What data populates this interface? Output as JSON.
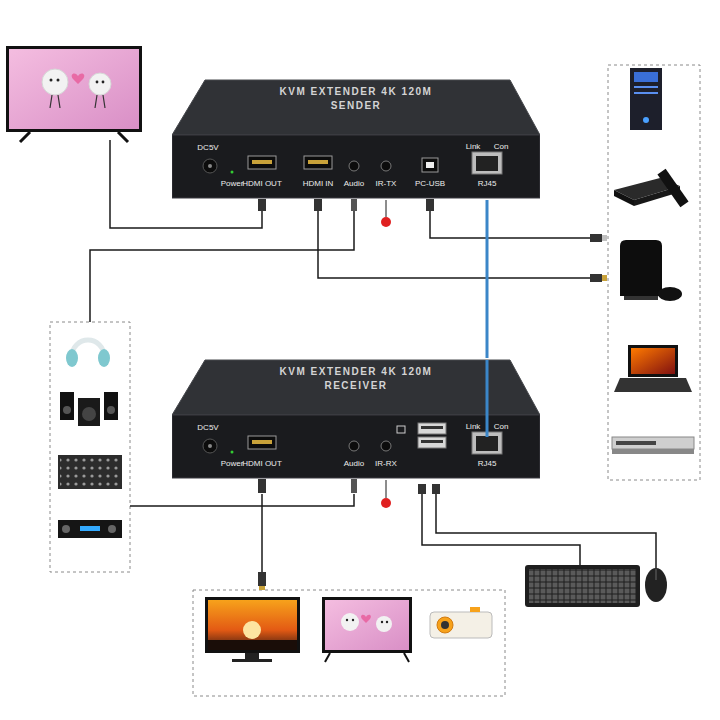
{
  "diagram": {
    "nodes": [
      {
        "text": [
          "KVM EXTENDER 4K 120M",
          "SENDER"
        ]
      },
      {
        "text": [
          "KVM EXTENDER 4K 120M",
          "RECEIVER"
        ]
      }
    ],
    "edges": [
      {
        "from": 0,
        "to": 1,
        "arrow": "none"
      }
    ],
    "labels": [
      "DC5V",
      "Power",
      "HDMI OUT",
      "HDMI IN",
      "Audio",
      "IR-TX",
      "PC-USB",
      "Link",
      "Con",
      "RJ45",
      "DC5V",
      "Power",
      "HDMI OUT",
      "Audio",
      "IR-RX",
      "Link",
      "Con",
      "RJ45"
    ]
  }
}
